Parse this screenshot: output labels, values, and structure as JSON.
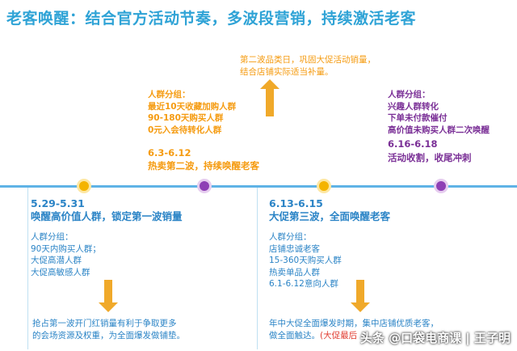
{
  "title": "老客唤醒：结合官方活动节奏，多波段营销，持续激活老客",
  "top_center_note": {
    "lines": [
      "第二波品类日，巩固大促活动销量，",
      "结合店铺实际适当补量。"
    ]
  },
  "phase_2": {
    "group_title": "人群分组：",
    "groups": [
      "最近10天收藏加购人群",
      "90-180天购买人群",
      "0元入会待转化人群"
    ],
    "date": "6.3-6.12",
    "headline": "热卖第二波，持续唤醒老客"
  },
  "phase_4": {
    "group_title": "人群分组：",
    "groups": [
      "兴趣人群转化",
      "下单未付款催付",
      "高价值未购买人群二次唤醒"
    ],
    "date": "6.16-6.18",
    "headline": "活动收割，收尾冲刺"
  },
  "phase_1": {
    "date": "5.29-5.31",
    "headline": "唤醒高价值人群，锁定第一波销量",
    "group_title": "人群分组：",
    "groups": [
      "90天内购买人群；",
      "大促高潜人群",
      "大促高敏感人群"
    ],
    "note": [
      "抢占第一波开门红销量有利于争取更多",
      "的会场资源及权重，为全面爆发做铺垫。"
    ]
  },
  "phase_3": {
    "date": "6.13-6.15",
    "headline": "大促第三波，全面唤醒老客",
    "group_title": "人群分组：",
    "groups": [
      "店铺忠诚老客",
      "15-360天购买人群",
      "热卖单品人群",
      "6.1-6.12意向人群"
    ],
    "note_line1": "年中大促全面爆发时期，集中店铺优质老客，",
    "note_line2_a": "做全面触达。",
    "note_line2_b": "(大促最后"
  },
  "watermark": "头条 @口袋电商课 | 王子明",
  "colors": {
    "title": "#2fa3d6",
    "orange": "#f59b10",
    "blue": "#2b84c6",
    "purple": "#7a2f96",
    "timeline": "#5fb3e6",
    "arrow": "#f0a92a"
  }
}
